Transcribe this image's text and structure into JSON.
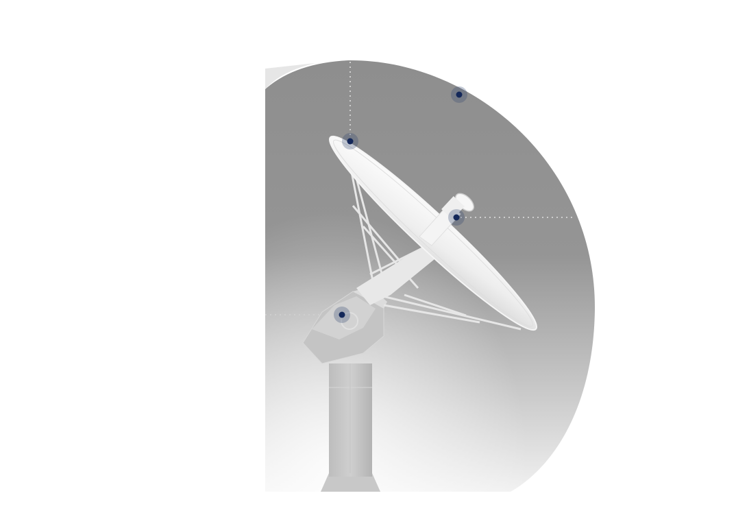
{
  "scene": {
    "subject": "satellite-dish-antenna",
    "colors": {
      "page_background": "#ffffff",
      "backdrop_top": "#8f8f8f",
      "backdrop_bottom": "#f4f4f4",
      "structure_light": "#f2f2f2",
      "structure_mid": "#d9d9d9",
      "structure_dark": "#b5b5b5",
      "hotspot_fill": "#14285a",
      "guide_line": "#c9c9c9"
    },
    "hotspots": [
      {
        "name": "hotspot-reflector-rim",
        "icon": "location-dot-icon"
      },
      {
        "name": "hotspot-sky",
        "icon": "location-dot-icon"
      },
      {
        "name": "hotspot-feed-horn",
        "icon": "location-dot-icon"
      },
      {
        "name": "hotspot-mount-gearbox",
        "icon": "location-dot-icon"
      }
    ]
  }
}
